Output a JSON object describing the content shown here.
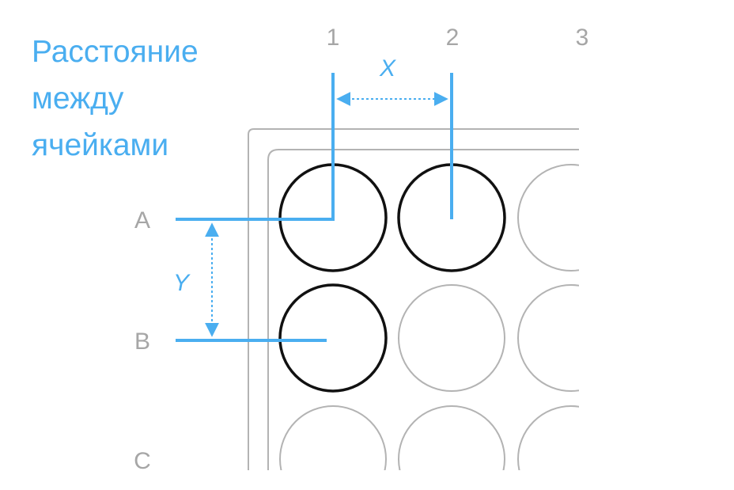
{
  "title_lines": [
    "Расстояние",
    "между",
    "ячейками"
  ],
  "columns": [
    "1",
    "2",
    "3"
  ],
  "rows": [
    "A",
    "B",
    "C"
  ],
  "dimension_x": "X",
  "dimension_y": "Y",
  "colors": {
    "accent": "#4aaef0",
    "highlight_well": "#111111",
    "plate_outline": "#b3b3b3",
    "label_gray": "#a6a6a6"
  }
}
